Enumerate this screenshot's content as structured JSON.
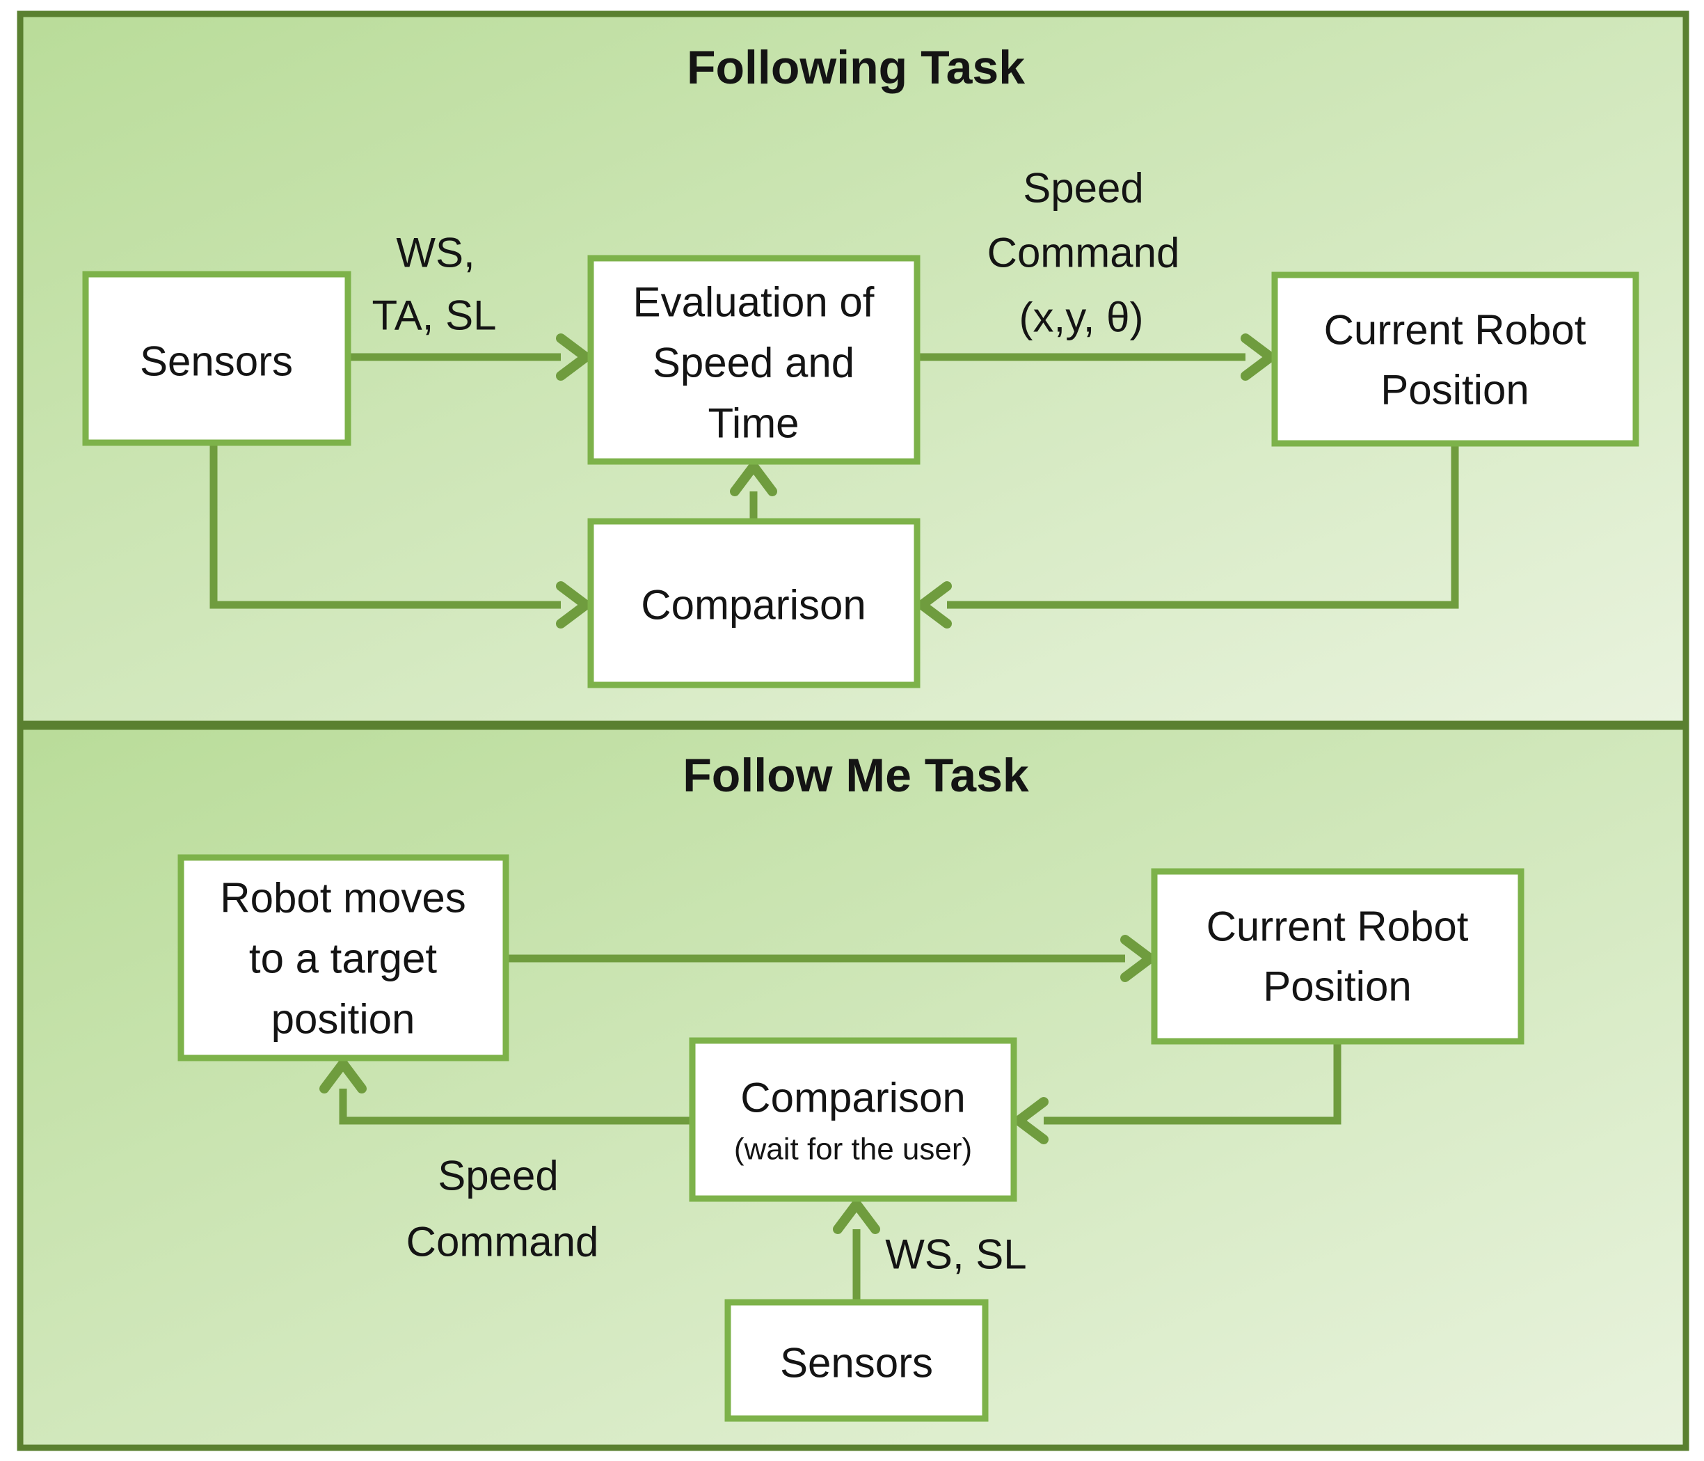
{
  "colors": {
    "panelBorder": "#5a8030",
    "arrow": "#6f9c3e",
    "boxBorder": "#7db24a",
    "boxFill": "#ffffff",
    "bgFrom": "#b9dc99",
    "bgTo": "#e9f3de",
    "text": "#141414"
  },
  "panels": [
    {
      "title": "Following Task",
      "boxes": [
        {
          "id": "sensors",
          "lines": [
            "Sensors"
          ]
        },
        {
          "id": "evaluation-of-speed-and-time",
          "lines": [
            "Evaluation of",
            "Speed and",
            "Time"
          ]
        },
        {
          "id": "current-robot-position",
          "lines": [
            "Current Robot",
            "Position"
          ]
        },
        {
          "id": "comparison",
          "lines": [
            "Comparison"
          ]
        }
      ],
      "edge_labels": [
        {
          "id": "ws-ta-sl",
          "lines": [
            "WS,",
            "TA, SL"
          ]
        },
        {
          "id": "speed-command-xy-theta",
          "lines": [
            "Speed",
            "Command",
            "(x,y, θ)"
          ]
        }
      ]
    },
    {
      "title": "Follow Me Task",
      "boxes": [
        {
          "id": "robot-moves-to-target",
          "lines": [
            "Robot moves",
            "to a target",
            "position"
          ]
        },
        {
          "id": "current-robot-position",
          "lines": [
            "Current Robot",
            "Position"
          ]
        },
        {
          "id": "comparison",
          "lines": [
            "Comparison",
            "(wait for the user)"
          ]
        },
        {
          "id": "sensors",
          "lines": [
            "Sensors"
          ]
        }
      ],
      "edge_labels": [
        {
          "id": "speed-command",
          "lines": [
            "Speed",
            "Command"
          ]
        },
        {
          "id": "ws-sl",
          "lines": [
            "WS, SL"
          ]
        }
      ]
    }
  ]
}
